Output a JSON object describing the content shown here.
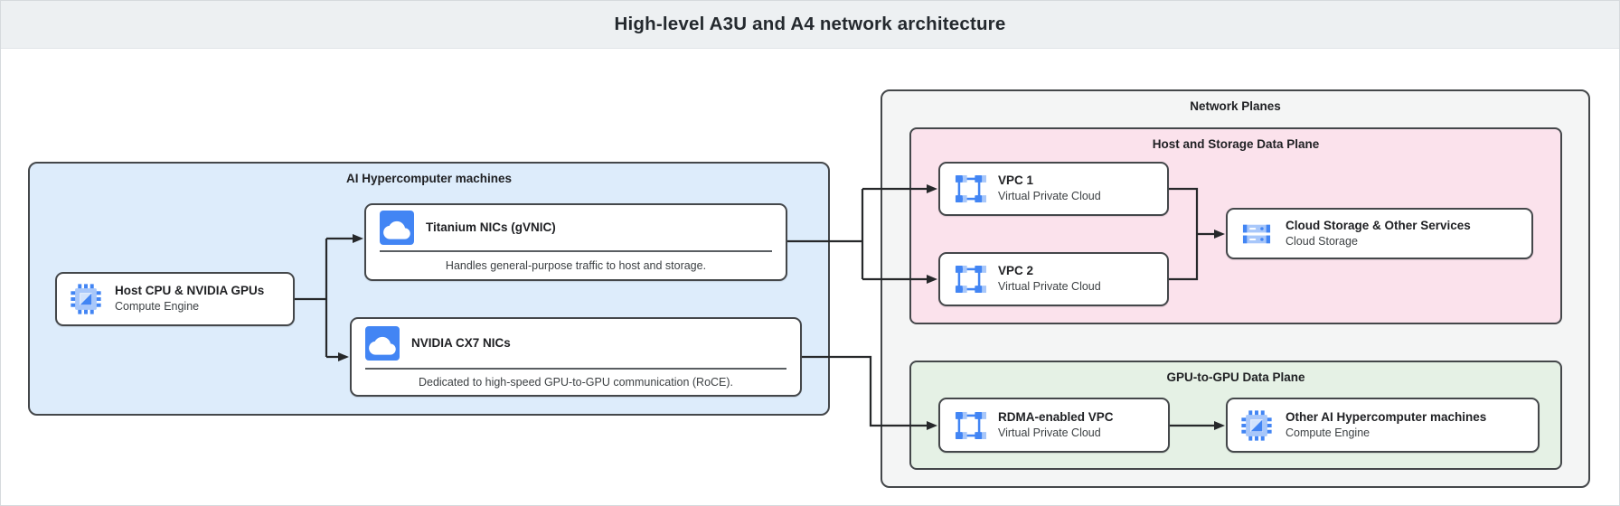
{
  "title": "High-level A3U and A4 network architecture",
  "machines": {
    "label": "AI Hypercomputer machines",
    "host": {
      "title": "Host CPU & NVIDIA GPUs",
      "subtitle": "Compute Engine",
      "icon": "compute-engine-icon"
    },
    "titanium_nic": {
      "title": "Titanium NICs (gVNIC)",
      "description": "Handles general-purpose traffic to host and storage.",
      "icon": "cloud-nic-icon"
    },
    "cx7_nic": {
      "title": "NVIDIA CX7 NICs",
      "description": "Dedicated to high-speed GPU-to-GPU communication (RoCE).",
      "icon": "cloud-nic-icon"
    }
  },
  "network_planes": {
    "label": "Network Planes",
    "host_storage_plane": {
      "label": "Host and Storage Data Plane",
      "vpc1": {
        "title": "VPC 1",
        "subtitle": "Virtual Private Cloud",
        "icon": "vpc-icon"
      },
      "vpc2": {
        "title": "VPC 2",
        "subtitle": "Virtual Private Cloud",
        "icon": "vpc-icon"
      },
      "storage": {
        "title": "Cloud Storage & Other Services",
        "subtitle": "Cloud Storage",
        "icon": "cloud-storage-icon"
      }
    },
    "gpu_plane": {
      "label": "GPU-to-GPU Data Plane",
      "rdma_vpc": {
        "title": "RDMA-enabled VPC",
        "subtitle": "Virtual Private Cloud",
        "icon": "vpc-icon"
      },
      "other_machines": {
        "title": "Other AI Hypercomputer machines",
        "subtitle": "Compute Engine",
        "icon": "compute-engine-icon"
      }
    }
  },
  "colors": {
    "accent_blue": "#4285f4",
    "light_blue": "#a8c7fa",
    "machines_fill": "#ddecfb",
    "planes_fill": "#f4f5f5",
    "host_storage_fill": "#fbe2ec",
    "gpu_plane_fill": "#e5f1e5",
    "box_border": "#44474a",
    "header_fill": "#edf0f2"
  }
}
